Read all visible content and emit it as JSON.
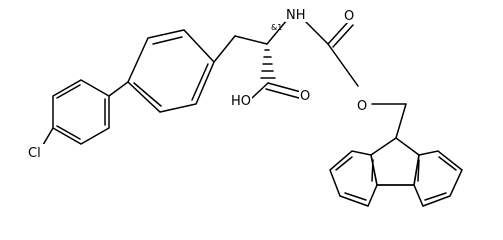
{
  "structure": {
    "labels": {
      "chlorine": "Cl",
      "nitrogen": "NH",
      "carbonyl_oxygen_carbamate": "O",
      "ester_oxygen": "O",
      "hydroxyl": "HO",
      "carbonyl_oxygen_acid": "O",
      "stereo_flag": "&1"
    }
  }
}
